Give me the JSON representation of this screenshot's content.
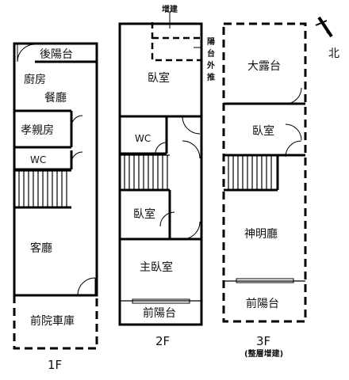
{
  "floors": {
    "f1": {
      "label": "1F",
      "rooms": {
        "back_balcony": "後陽台",
        "kitchen": "廚房",
        "dining": "餐廳",
        "parents_room": "孝親房",
        "wc": "WC",
        "living": "客廳",
        "front_garage": "前院車庫"
      }
    },
    "f2": {
      "label": "2F",
      "rooms": {
        "bedroom_top": "臥室",
        "wc": "WC",
        "bedroom_mid": "臥室",
        "master": "主臥室",
        "front_balcony": "前陽台"
      },
      "addition_note": "增建",
      "balcony_note": [
        "陽",
        "台",
        "外",
        "推"
      ]
    },
    "f3": {
      "label": "3F",
      "sublabel": "(整層增建)",
      "rooms": {
        "terrace": "大露台",
        "bedroom": "臥室",
        "shrine": "神明廳",
        "front_balcony": "前陽台"
      }
    }
  },
  "compass": {
    "label": "北"
  }
}
